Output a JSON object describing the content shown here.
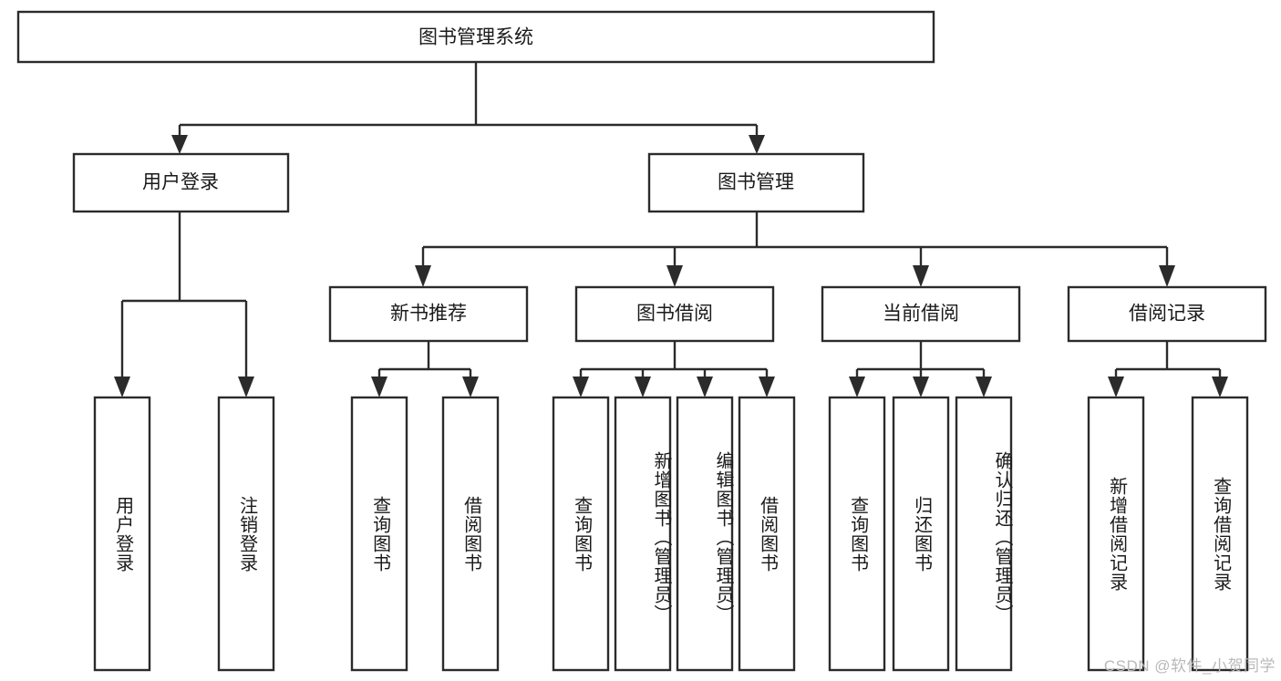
{
  "diagram": {
    "type": "tree",
    "title": "图书管理系统",
    "root": {
      "id": "root",
      "label": "图书管理系统"
    },
    "level1": [
      {
        "id": "user-login",
        "label": "用户登录"
      },
      {
        "id": "book-management",
        "label": "图书管理"
      }
    ],
    "level2": [
      {
        "id": "new-book-recommend",
        "label": "新书推荐",
        "parent": "book-management"
      },
      {
        "id": "book-borrow",
        "label": "图书借阅",
        "parent": "book-management"
      },
      {
        "id": "current-borrow",
        "label": "当前借阅",
        "parent": "book-management"
      },
      {
        "id": "borrow-record",
        "label": "借阅记录",
        "parent": "book-management"
      }
    ],
    "leaves": [
      {
        "id": "leaf-user-login",
        "label": "用户登录",
        "parent": "user-login"
      },
      {
        "id": "leaf-logout-login",
        "label": "注销登录",
        "parent": "user-login"
      },
      {
        "id": "leaf-query-book-1",
        "label": "查询图书",
        "parent": "new-book-recommend"
      },
      {
        "id": "leaf-borrow-book-1",
        "label": "借阅图书",
        "parent": "new-book-recommend"
      },
      {
        "id": "leaf-query-book-2",
        "label": "查询图书",
        "parent": "book-borrow"
      },
      {
        "id": "leaf-add-book",
        "label": "新增图书（管理员）",
        "parent": "book-borrow"
      },
      {
        "id": "leaf-edit-book",
        "label": "编辑图书（管理员）",
        "parent": "book-borrow"
      },
      {
        "id": "leaf-borrow-book-2",
        "label": "借阅图书",
        "parent": "book-borrow"
      },
      {
        "id": "leaf-query-book-3",
        "label": "查询图书",
        "parent": "current-borrow"
      },
      {
        "id": "leaf-return-book",
        "label": "归还图书",
        "parent": "current-borrow"
      },
      {
        "id": "leaf-confirm-return",
        "label": "确认归还（管理员）",
        "parent": "current-borrow"
      },
      {
        "id": "leaf-add-record",
        "label": "新增借阅记录",
        "parent": "borrow-record"
      },
      {
        "id": "leaf-query-record",
        "label": "查询借阅记录",
        "parent": "borrow-record"
      }
    ],
    "colors": {
      "box_stroke": "#2b2b2b",
      "box_fill": "#ffffff",
      "connector": "#2b2b2b",
      "text": "#1a1a1a",
      "background": "#ffffff",
      "watermark": "#b9b9b9"
    }
  },
  "watermark": {
    "text": "CSDN @软件_小贺同学"
  }
}
